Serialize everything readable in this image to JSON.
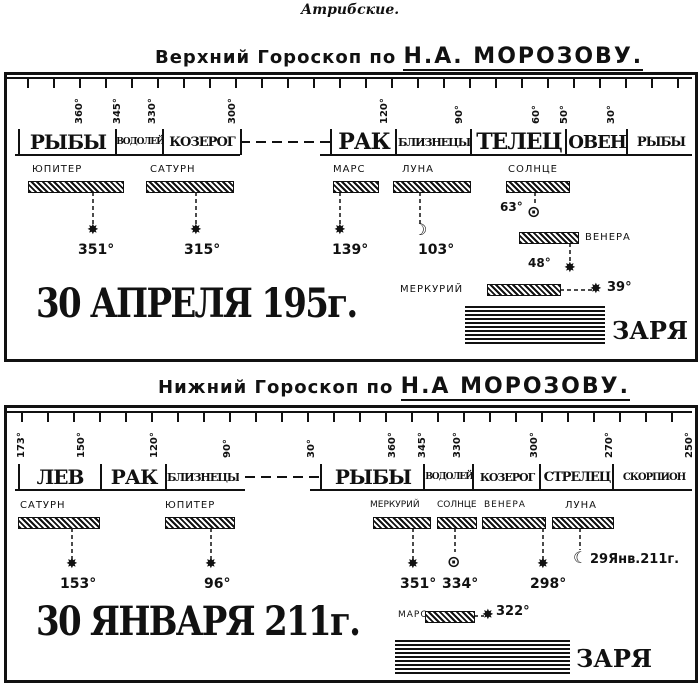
{
  "caption": "Атрибские.",
  "upper": {
    "title": "Верхний Гороскоп по",
    "author": "Н.А. МОРОЗОВУ.",
    "ticks": [
      "360°",
      "345°",
      "330°",
      "300°",
      "120°",
      "90°",
      "60°",
      "50°",
      "30°"
    ],
    "signs": [
      "РЫБЫ",
      "ВОДОЛЕЙ",
      "КОЗЕРОГ",
      "РАК",
      "БЛИЗНЕЦЫ",
      "ТЕЛЕЦ",
      "ОВЕН",
      "РЫБЫ"
    ],
    "planets": {
      "jupiter": "ЮПИТЕР",
      "saturn": "САТУРН",
      "mars": "МАРС",
      "moon": "ЛУНА",
      "sun": "СОЛНЦЕ",
      "venus": "ВЕНЕРА",
      "mercury": "МЕРКУРИЙ"
    },
    "degrees": {
      "jupiter": "351°",
      "saturn": "315°",
      "mars": "139°",
      "moon": "103°",
      "sun": "63°",
      "venus": "48°",
      "mercury": "39°"
    },
    "date": "30 АПРЕЛЯ 195г.",
    "dawn": "ЗАРЯ"
  },
  "lower": {
    "title": "Нижний Гороскоп по",
    "author": "Н.А МОРОЗОВУ.",
    "ticks": [
      "173°",
      "150°",
      "120°",
      "90°",
      "30°",
      "360°",
      "345°",
      "330°",
      "300°",
      "270°",
      "250°"
    ],
    "signs": [
      "ЛЕВ",
      "РАК",
      "БЛИЗНЕЦЫ",
      "РЫБЫ",
      "ВОДОЛЕЙ",
      "КОЗЕРОГ",
      "СТРЕЛЕЦ",
      "СКОРПИОН"
    ],
    "planets": {
      "saturn": "САТУРН",
      "jupiter": "ЮПИТЕР",
      "mercury": "МЕРКУРИЙ",
      "sun": "СОЛНЦЕ",
      "venus": "ВЕНЕРА",
      "moon": "ЛУНА",
      "mars": "МАРС"
    },
    "degrees": {
      "saturn": "153°",
      "jupiter": "96°",
      "mercury": "351°",
      "sun": "334°",
      "venus": "298°",
      "mars": "322°"
    },
    "moon_note": "29Янв.211г.",
    "date": "30 ЯНВАРЯ 211г.",
    "dawn": "ЗАРЯ"
  }
}
